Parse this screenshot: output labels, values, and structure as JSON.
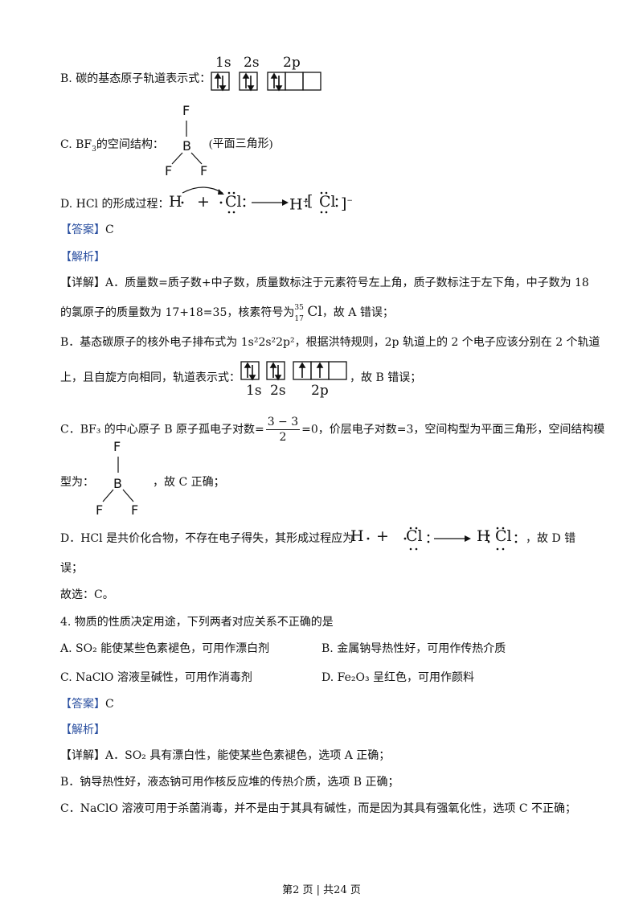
{
  "optB": {
    "label": "B. 碳的基态原子轨道表示式：",
    "l1s": "1s",
    "l2s": "2s",
    "l2p": "2p"
  },
  "optC": {
    "label": "C. ",
    "bf3": "BF",
    "sub3": "3",
    "label_rest": "的空间结构：",
    "note": "(平面三角形)"
  },
  "optD": {
    "label": "D. HCl 的形成过程："
  },
  "mol": {
    "B": "B",
    "F": "F",
    "H": "H",
    "Cl": "Cl",
    "Hplus": "H",
    "plus_sign": "+",
    "minus_sign": "−",
    "lbr": "[",
    "rbr": "]",
    "plus": "+",
    "arrow_label": ""
  },
  "answer1": {
    "tag": "【答案】",
    "value": "C"
  },
  "analysis1": {
    "tag": "【解析】"
  },
  "detail1": {
    "p1a": "【详解】A．质量数=质子数+中子数，质量数标注于元素符号左上角，质子数标注于左下角，中子数为 18",
    "p1b_pre": "的氯原子的质量数为 17+18=35，核素符号为",
    "p1b_sup": "35",
    "p1b_sub": "17",
    "p1b_el": "Cl",
    "p1b_post": "，故 A 错误；",
    "p2a": "B．基态碳原子的核外电子排布式为 1s²2s²2p²，根据洪特规则，2p 轨道上的 2 个电子应该分别在 2 个轨道",
    "p2b_pre": "上，且自旋方向相同，轨道表示式：",
    "p2b_post": "，故 B 错误；",
    "p3a_pre": "C．BF₃ 的中心原子 B 原子孤电子对数=",
    "p3a_num": "3 − 3",
    "p3a_den": "2",
    "p3a_post": "=0，价层电子对数=3，空间构型为平面三角形，空间结构模",
    "p3b_pre": "型为：",
    "p3b_post": "，故 C 正确；",
    "p4a_pre": "D．HCl 是共价化合物，不存在电子得失，其形成过程应为",
    "p4a_post": "，故 D 错",
    "p4b": "误；",
    "conclusion": "故选：C。"
  },
  "q4": {
    "stem": "4. 物质的性质决定用途，下列两者对应关系不正确的是",
    "A": "A.  SO₂ 能使某些色素褪色，可用作漂白剂",
    "B": "B. 金属钠导热性好，可用作传热介质",
    "C": "C.  NaClO 溶液呈碱性，可用作消毒剂",
    "D": "D.  Fe₂O₃ 呈红色，可用作颜料"
  },
  "answer2": {
    "tag": "【答案】",
    "value": "C"
  },
  "analysis2": {
    "tag": "【解析】"
  },
  "detail2": {
    "a": "【详解】A．SO₂ 具有漂白性，能使某些色素褪色，选项 A 正确；",
    "b": "B．钠导热性好，液态钠可用作核反应堆的传热介质，选项 B 正确；",
    "c": "C．NaClO 溶液可用于杀菌消毒，并不是由于其具有碱性，而是因为其具有强氧化性，选项 C 不正确；"
  },
  "footer": "第2 页 | 共24 页",
  "colors": {
    "bracket": "#2a4fa0",
    "text": "#111111"
  }
}
